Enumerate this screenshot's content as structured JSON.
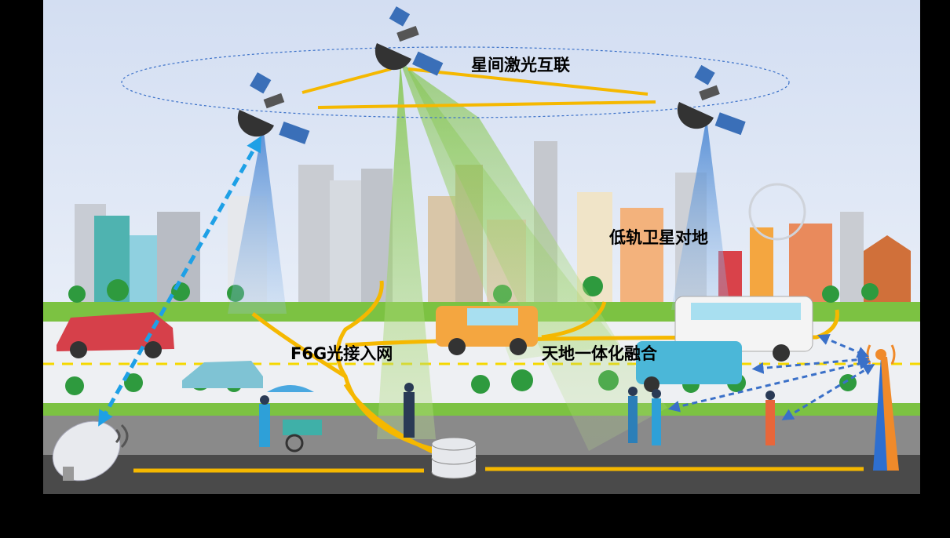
{
  "labels": {
    "inter_satellite": "星间激光互联",
    "leo_ground": "低轨卫星对地",
    "f6g_access": "F6G光接入网",
    "integration": "天地一体化融合"
  },
  "colors": {
    "sky": "#dde7f5",
    "fiber": "#f5b800",
    "beam_blue": "#4a86d0",
    "beam_green": "#8cc63f",
    "link_dash": "#3a70c8",
    "ground_link": "#1ea0e6",
    "road": "#4a4a4a",
    "grass": "#7cc242"
  }
}
